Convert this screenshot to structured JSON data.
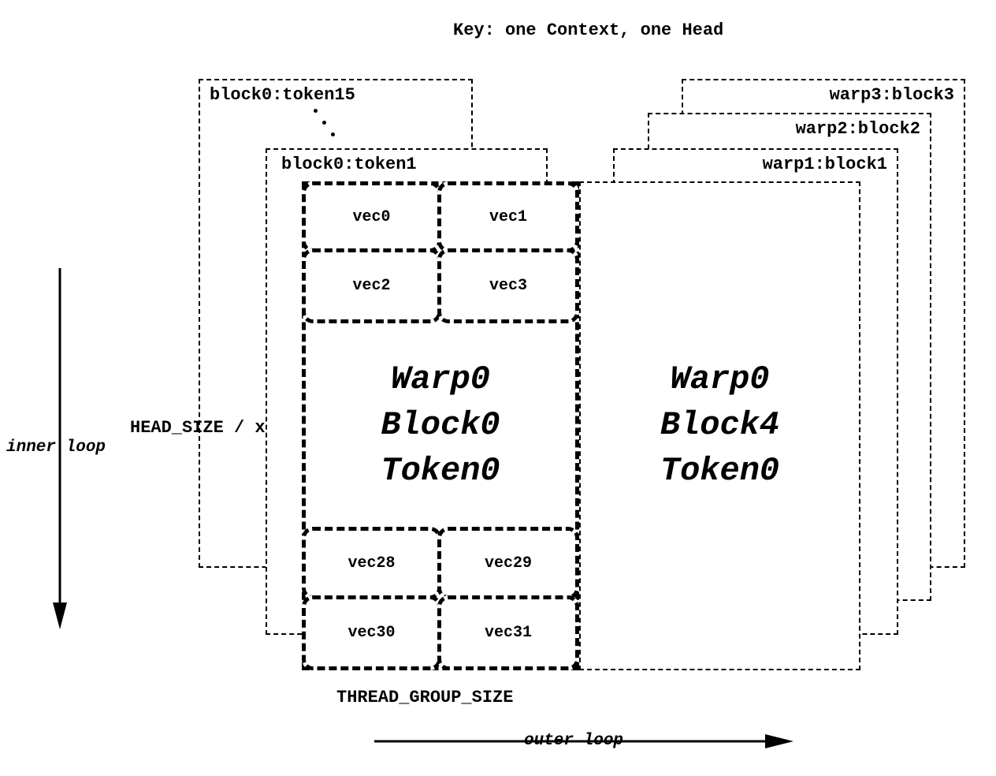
{
  "title": "Key: one Context, one Head",
  "left_stack": {
    "back_label": "block0:token15",
    "front_label": "block0:token1"
  },
  "right_stack": {
    "labels": [
      "warp3:block3",
      "warp2:block2",
      "warp1:block1"
    ]
  },
  "main_block": {
    "vecs_top": [
      "vec0",
      "vec1",
      "vec2",
      "vec3"
    ],
    "vecs_bottom": [
      "vec28",
      "vec29",
      "vec30",
      "vec31"
    ],
    "lines": [
      "Warp0",
      "Block0",
      "Token0"
    ]
  },
  "right_block": {
    "lines": [
      "Warp0",
      "Block4",
      "Token0"
    ]
  },
  "labels": {
    "head_size": "HEAD_SIZE / x",
    "inner_loop": "inner loop",
    "thread_group": "THREAD_GROUP_SIZE",
    "outer_loop": "outer loop"
  }
}
